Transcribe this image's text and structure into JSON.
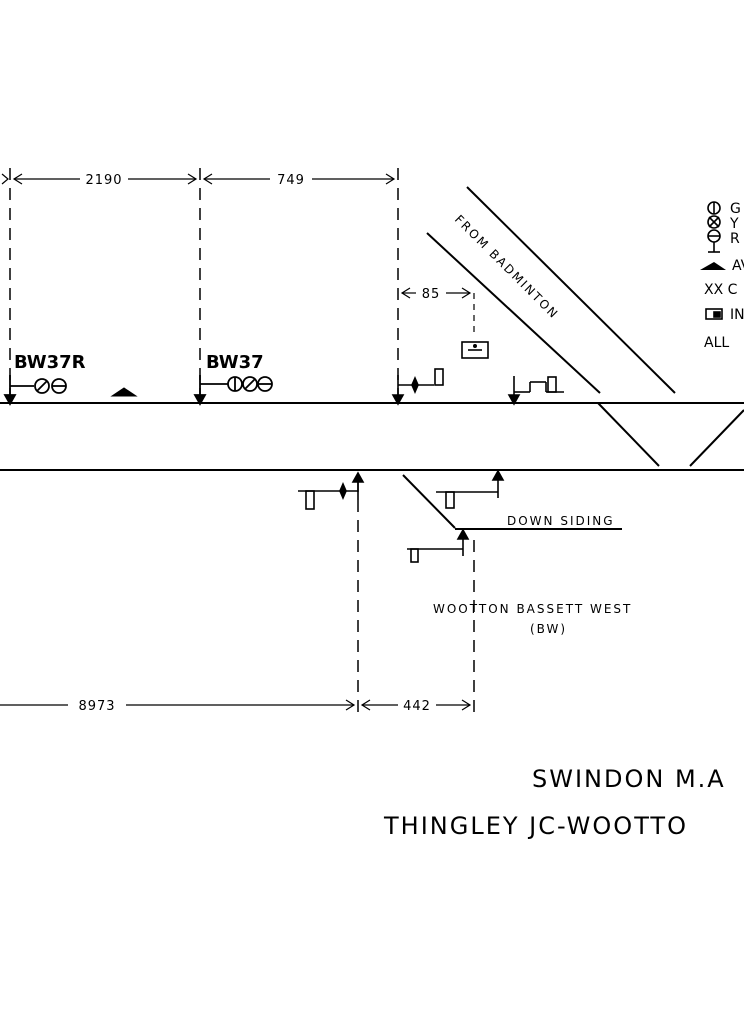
{
  "dimensions": {
    "top_left": "2190",
    "top_right": "749",
    "top_small": "85",
    "bottom_left": "8973",
    "bottom_right": "442"
  },
  "signals": {
    "bw37r": "BW37R",
    "bw37": "BW37"
  },
  "labels": {
    "from_badminton": "FROM BADMINTON",
    "down_siding": "DOWN SIDING",
    "wootton_bassett_west": "WOOTTON BASSETT WEST",
    "bw_code": "(BW)"
  },
  "legend": {
    "items": [
      "G",
      "Y",
      "R",
      "AV",
      "XX  C",
      "IN",
      "ALL"
    ]
  },
  "title": {
    "line1": "SWINDON M.A",
    "line2": "THINGLEY JC-WOOTTO"
  }
}
